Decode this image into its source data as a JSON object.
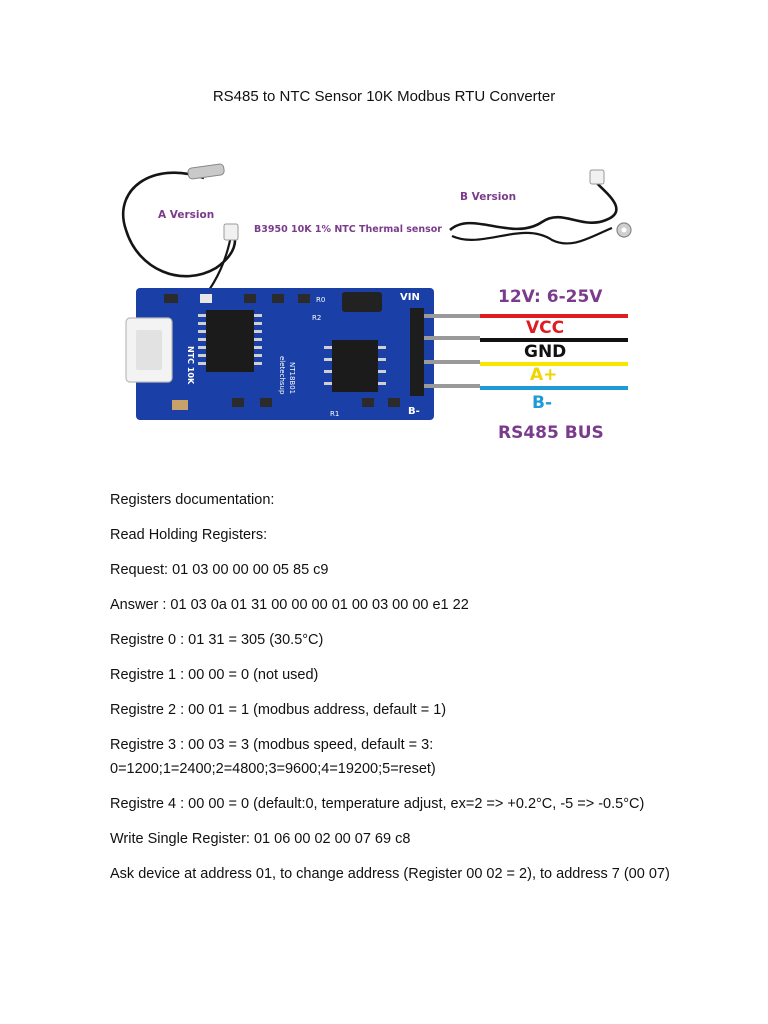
{
  "title": "RS485 to NTC Sensor 10K Modbus RTU Converter",
  "figure": {
    "sensor_a_label": "A Version",
    "sensor_b_label": "B Version",
    "sensor_caption": "B3950 10K 1% NTC Thermal sensor",
    "power_label": "12V: 6-25V",
    "pin_labels": [
      "VIN",
      "VCC",
      "GND",
      "A+",
      "B-"
    ],
    "wire_labels": [
      "VCC",
      "GND",
      "A+",
      "B-"
    ],
    "bus_label": "RS485 BUS",
    "board_marks": {
      "ntc": "NTC 10K",
      "brand": "eletechsup",
      "model": "NT18B01",
      "r0": "R0",
      "r1": "R1",
      "r2": "R2"
    },
    "colors": {
      "pcb": "#1a3fa6",
      "vcc_wire": "#e11b22",
      "gnd_wire": "#111111",
      "a_wire": "#f7e600",
      "b_wire": "#1e9ad6",
      "label_purple": "#7b3b8c"
    }
  },
  "paragraphs": [
    "Registers documentation:",
    "Read Holding Registers:",
    "Request: 01 03 00 00 00 05 85 c9",
    "Answer : 01 03 0a 01 31 00 00 00 01 00 03 00 00 e1 22",
    "Registre 0 : 01 31 = 305 (30.5°C)",
    "Registre 1 : 00 00 = 0 (not used)",
    "Registre 2 : 00 01 = 1 (modbus address, default = 1)",
    "Registre 3 : 00 03 = 3 (modbus speed, default = 3: 0=1200;1=2400;2=4800;3=9600;4=19200;5=reset)",
    "Registre 4 : 00 00 = 0 (default:0, temperature adjust, ex=2 => +0.2°C, -5 => -0.5°C)",
    "Write Single Register: 01 06 00 02 00 07 69 c8",
    "Ask device at address 01, to change address (Register 00 02 = 2), to address 7 (00 07)"
  ]
}
